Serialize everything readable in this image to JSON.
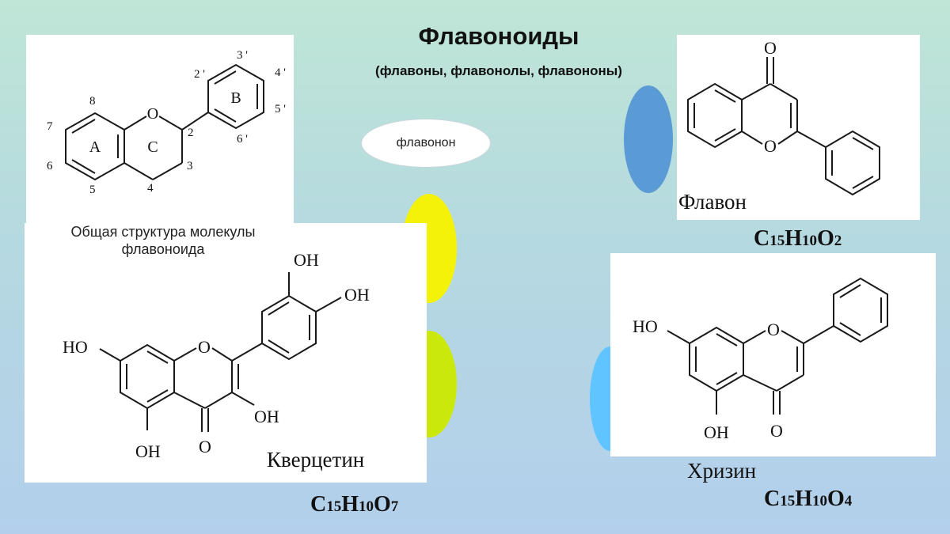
{
  "title": "Флавоноиды",
  "subtitle": "(флавоны, флавонолы, флавононы)",
  "oval_label": "флавонон",
  "general": {
    "caption_line1": "Общая структура молекулы",
    "caption_line2": "флавоноида",
    "ring_a": "A",
    "ring_b": "B",
    "ring_c": "C",
    "oxygen": "O",
    "positions": [
      "2",
      "3",
      "4",
      "5",
      "6",
      "7",
      "8",
      "2 '",
      "3 '",
      "4 '",
      "5 '",
      "6 '"
    ]
  },
  "flavone": {
    "name": "Флавон",
    "formula": {
      "c": "C",
      "c_n": "15",
      "h": "H",
      "h_n": "10",
      "o": "O",
      "o_n": "2"
    },
    "atom_o": "O"
  },
  "quercetin": {
    "name": "Кверцетин",
    "formula": {
      "c": "C",
      "c_n": "15",
      "h": "H",
      "h_n": "10",
      "o": "O",
      "o_n": "7"
    },
    "oh": "OH",
    "ho": "HO",
    "atom_o": "O"
  },
  "chrysin": {
    "name": "Хризин",
    "formula": {
      "c": "C",
      "c_n": "15",
      "h": "H",
      "h_n": "10",
      "o": "O",
      "o_n": "4"
    },
    "oh": "OH",
    "ho": "HO",
    "atom_o": "O"
  },
  "colors": {
    "yellow": "#f5f20a",
    "yellow_green": "#cbe80c",
    "blue": "#5b9bd5",
    "light_blue": "#5fc4ff"
  }
}
